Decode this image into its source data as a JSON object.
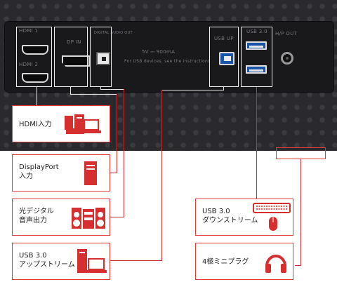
{
  "panel": {
    "silkscreen": {
      "hdmi1": "HDMI 1",
      "hdmi2": "HDMI 2",
      "dp_in": "DP IN",
      "optical": "DIGITAL AUDIO OUT",
      "usb_up": "USB UP",
      "usb_down": "USB 3.0",
      "headphone": "H/P OUT",
      "notice_line1": "5V ⎓ 900mA",
      "notice_line2": "For USB devices, see the instructions"
    }
  },
  "labels": {
    "hdmi": "HDMI入力",
    "displayport": "DisplayPort\n入力",
    "optical": "光デジタル\n音声出力",
    "usb_up": "USB 3.0\nアップストリーム",
    "usb_down": "USB 3.0\nダウンストリーム",
    "headphone": "4極ミニプラグ"
  },
  "colors": {
    "accent": "#e03a3a",
    "icon": "#d62f2f",
    "panel": "#2a2a2e",
    "usb_port": "#1a54a8"
  }
}
